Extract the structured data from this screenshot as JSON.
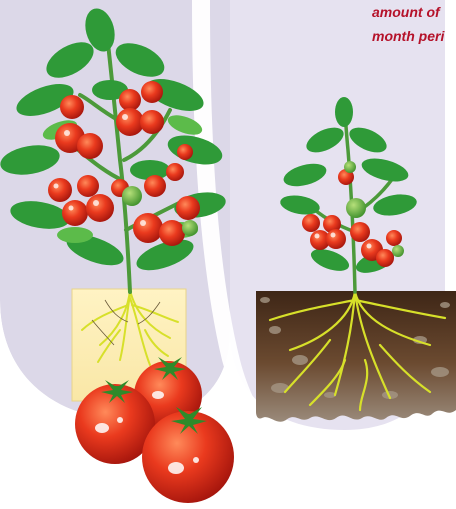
{
  "caption": {
    "line1": "amount of",
    "line2": "month peri"
  },
  "illustration": {
    "subject": "tomato-plants",
    "colors": {
      "backdrop_lavender": "#e4e0ee",
      "tomato_red": "#e0281a",
      "leaf_green": "#2f9a38",
      "root_yellow": "#d7e02a",
      "soil_brown": "#5b3a23",
      "rockwool_cream": "#fbedb5",
      "caption_red": "#b5122a"
    }
  }
}
